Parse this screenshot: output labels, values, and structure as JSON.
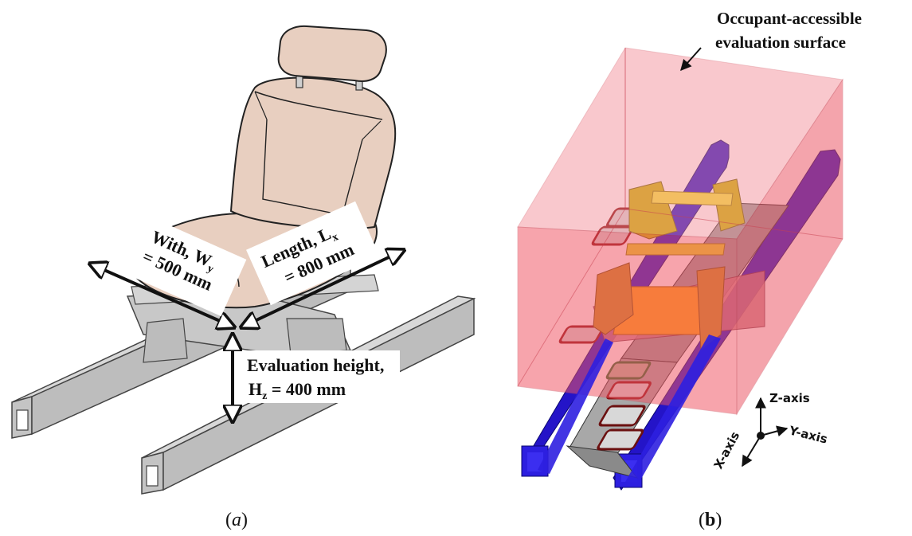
{
  "panel_a": {
    "width_label_line1": "With, W",
    "width_label_sub": "y",
    "width_label_line2": "= 500 mm",
    "length_label_line1": "Length, L",
    "length_label_sub": "x",
    "length_label_line2": "= 800 mm",
    "height_label_line1": "Evaluation height,",
    "height_label_line2_prefix": "H",
    "height_label_sub": "z",
    "height_label_line2_suffix": " = 400 mm",
    "caption_open": "(",
    "caption_letter": "a",
    "caption_close": ")"
  },
  "panel_b": {
    "surface_label_line1": "Occupant-accessible",
    "surface_label_line2": "evaluation surface",
    "z_axis": "Z-axis",
    "y_axis": "Y-axis",
    "x_axis": "X-axis",
    "caption_open": "(",
    "caption_letter": "b",
    "caption_close": ")"
  },
  "colors": {
    "seat": "#e8cfc0",
    "rail": "#cfcfcf",
    "box": "#f26a75",
    "beam": "#2a1fd6",
    "bracket": "#e0d020",
    "orange": "#ffaa10"
  }
}
